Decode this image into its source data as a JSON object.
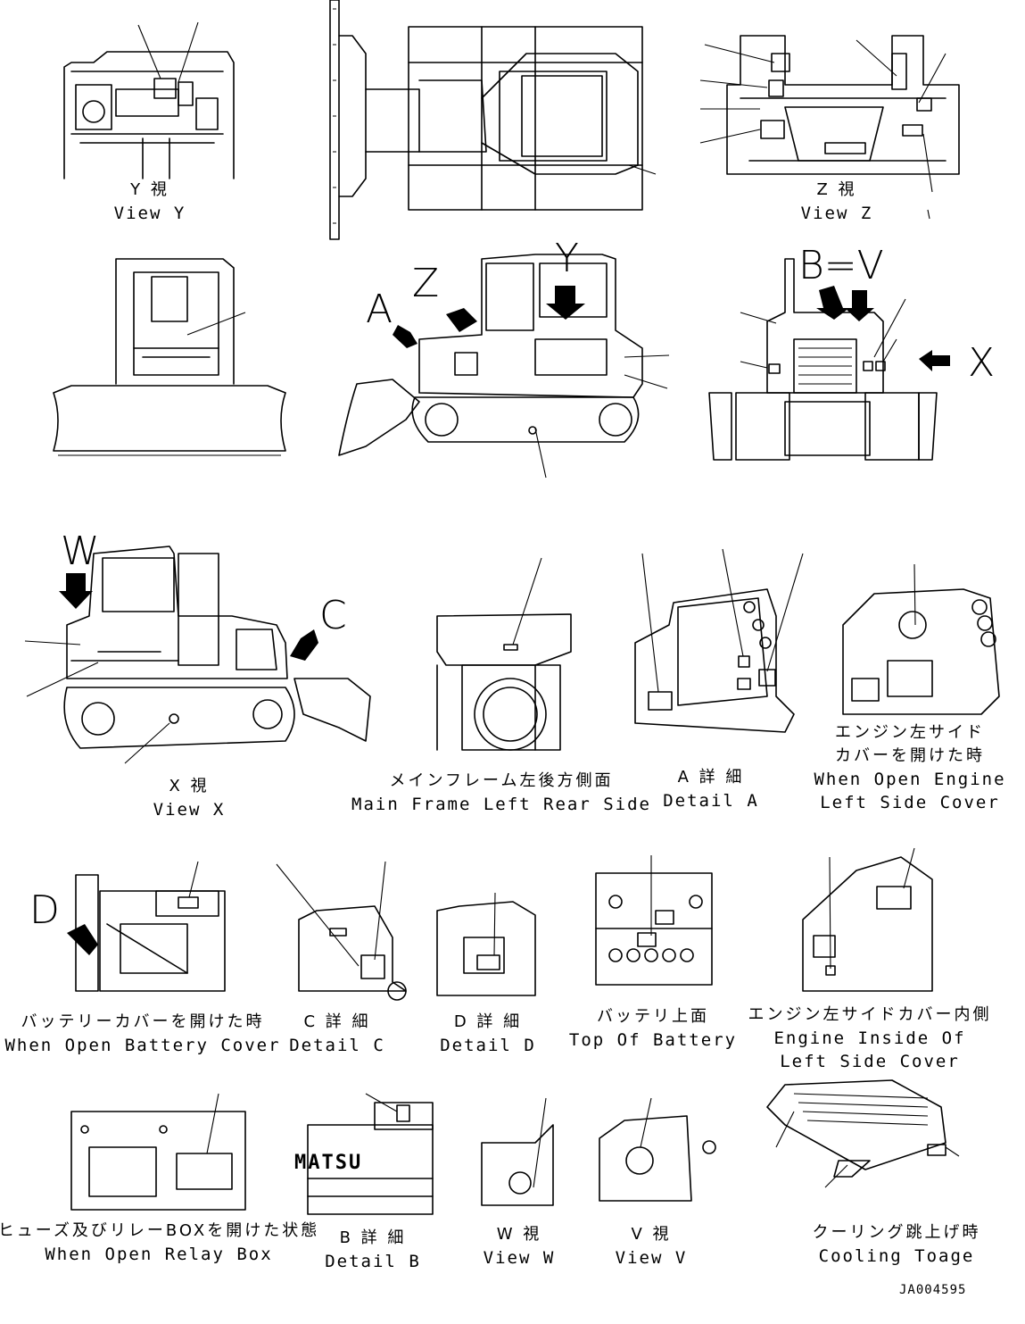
{
  "views": [
    {
      "jp": "Y 視",
      "en": "View Y"
    },
    {
      "jp": "Z 視",
      "en": "View Z"
    },
    {
      "jp": "X 視",
      "en": "View X"
    },
    {
      "jp": "メインフレーム左後方側面",
      "en": "Main Frame Left Rear Side"
    },
    {
      "jp": "A 詳 細",
      "en": "Detail A"
    },
    {
      "jp": "エンジン左サイド",
      "jp2": "カバーを開けた時",
      "en": "When Open Engine",
      "en2": "Left Side Cover"
    },
    {
      "jp": "バッテリーカバーを開けた時",
      "en": "When Open Battery Cover"
    },
    {
      "jp": "C 詳 細",
      "en": "Detail C"
    },
    {
      "jp": "D 詳 細",
      "en": "Detail D"
    },
    {
      "jp": "バッテリ上面",
      "en": "Top Of Battery"
    },
    {
      "jp": "エンジン左サイドカバー内側",
      "en": "Engine Inside Of",
      "en2": "Left Side Cover"
    },
    {
      "jp": "ヒューズ及びリレーBOXを開けた状態",
      "en": "When Open Relay Box"
    },
    {
      "jp": "B 詳 細",
      "en": "Detail B"
    },
    {
      "jp": "W 視",
      "en": "View W"
    },
    {
      "jp": "V 視",
      "en": "View V"
    },
    {
      "jp": "クーリング跳上げ時",
      "en": "Cooling Toage"
    }
  ],
  "view_letters": {
    "a": "A",
    "z": "Z",
    "y": "Y",
    "b_v": "B=V",
    "x": "X",
    "w": "W",
    "c": "C",
    "d": "D"
  },
  "logo_text": "MATSU",
  "drawing_number": "JA004595"
}
